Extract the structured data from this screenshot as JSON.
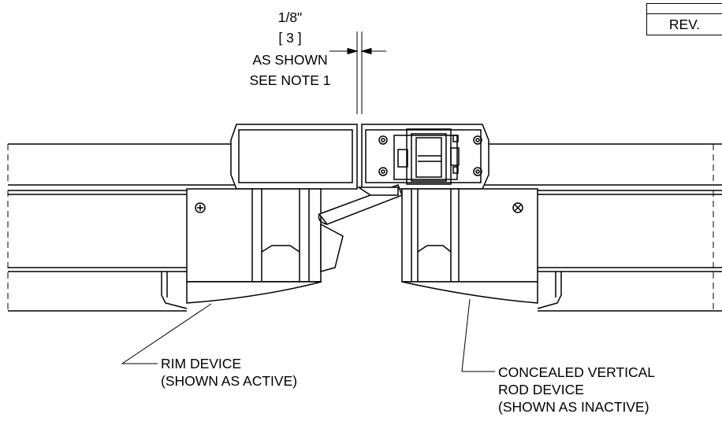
{
  "title_block": {
    "rev_label": "REV."
  },
  "dimension": {
    "value_in": "1/8\"",
    "value_mm": "[ 3 ]",
    "line1": "AS SHOWN",
    "line2": "SEE NOTE 1"
  },
  "callouts": {
    "rim": {
      "line1": "RIM DEVICE",
      "line2": "(SHOWN AS ACTIVE)"
    },
    "cvr": {
      "line1": "CONCEALED VERTICAL",
      "line2": "ROD DEVICE",
      "line3": "(SHOWN AS INACTIVE)"
    }
  }
}
